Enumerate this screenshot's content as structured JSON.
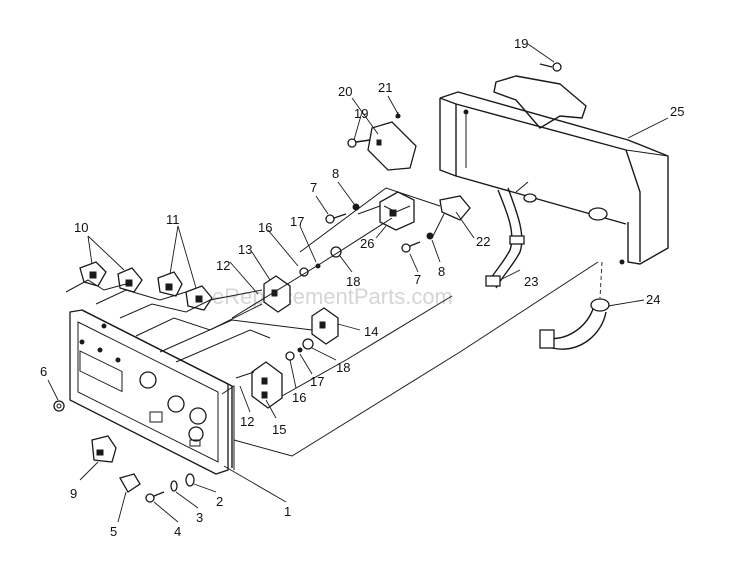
{
  "watermark": "eReplacementParts.com",
  "callouts": {
    "c1": "1",
    "c2": "2",
    "c3": "3",
    "c4": "4",
    "c5": "5",
    "c6": "6",
    "c7a": "7",
    "c7b": "7",
    "c8a": "8",
    "c8b": "8",
    "c9": "9",
    "c10": "10",
    "c11": "11",
    "c12a": "12",
    "c12b": "12",
    "c13": "13",
    "c14": "14",
    "c15": "15",
    "c16a": "16",
    "c16b": "16",
    "c17a": "17",
    "c17b": "17",
    "c18a": "18",
    "c18b": "18",
    "c19a": "19",
    "c19b": "19",
    "c20": "20",
    "c21": "21",
    "c22": "22",
    "c23": "23",
    "c24": "24",
    "c25": "25",
    "c26": "26"
  }
}
